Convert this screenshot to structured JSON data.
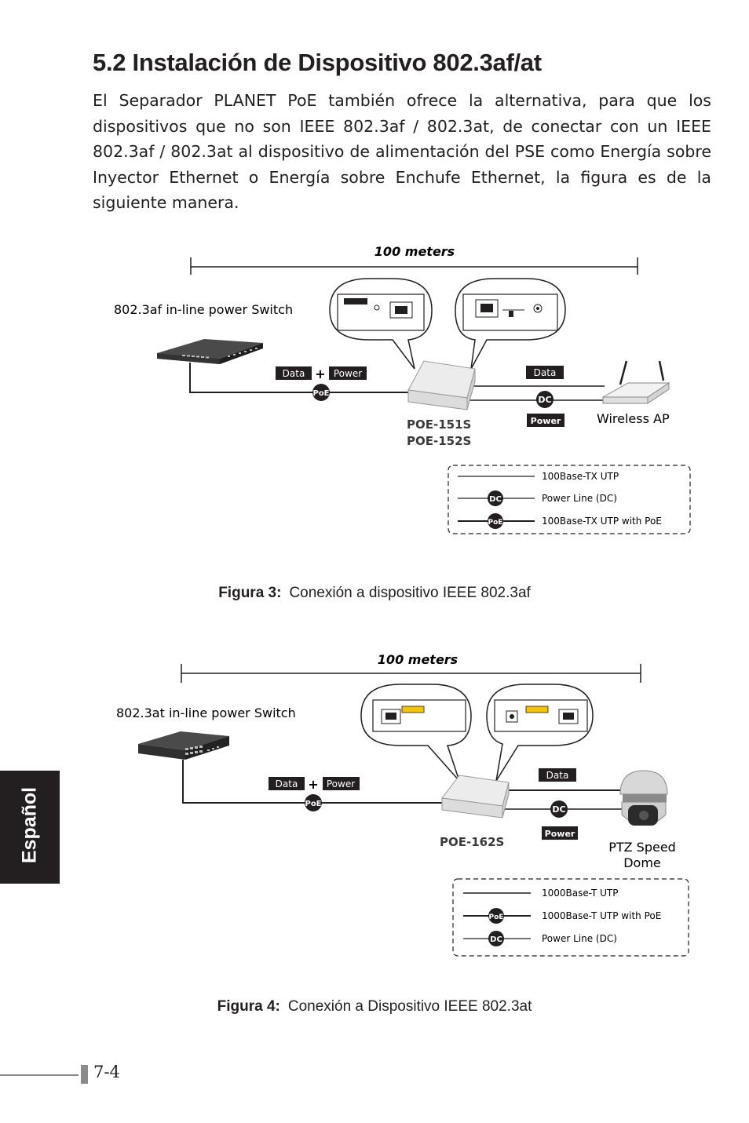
{
  "title": "5.2 Instalación de Dispositivo 802.3af/at",
  "intro": "El Separador PLANET PoE también ofrece la alternativa, para que los dispositivos que no son IEEE 802.3af / 802.3at, de conectar con un IEEE 802.3af / 802.3at al dispositivo de alimentación del PSE como Energía sobre Inyector Ethernet o Energía sobre Enchufe Ethernet, la figura es de la siguiente manera.",
  "figure3": {
    "distance": "100 meters",
    "switch_label": "802.3af in-line power Switch",
    "data_tag": "Data",
    "plus": "+",
    "power_tag": "Power",
    "poe_badge": "PoE",
    "dc_badge": "DC",
    "data_tag_right": "Data",
    "power_tag_right": "Power",
    "device_model_1": "POE-151S",
    "device_model_2": "POE-152S",
    "endpoint_label": "Wireless AP",
    "legend": [
      {
        "badge": "",
        "label": "100Base-TX UTP"
      },
      {
        "badge": "DC",
        "label": "Power Line (DC)"
      },
      {
        "badge": "PoE",
        "label": "100Base-TX UTP with PoE"
      }
    ],
    "caption_label": "Figura 3:",
    "caption_text": "Conexión a dispositivo IEEE 802.3af"
  },
  "figure4": {
    "distance": "100 meters",
    "switch_label": "802.3at in-line power Switch",
    "data_tag": "Data",
    "plus": "+",
    "power_tag": "Power",
    "poe_badge": "PoE",
    "dc_badge": "DC",
    "data_tag_right": "Data",
    "power_tag_right": "Power",
    "device_model": "POE-162S",
    "endpoint_label_1": "PTZ Speed",
    "endpoint_label_2": "Dome",
    "legend": [
      {
        "badge": "",
        "label": "1000Base-T UTP"
      },
      {
        "badge": "PoE",
        "label": "1000Base-T UTP with PoE"
      },
      {
        "badge": "DC",
        "label": "Power Line (DC)"
      }
    ],
    "caption_label": "Figura 4:",
    "caption_text": "Conexión a Dispositivo IEEE 802.3at"
  },
  "side_tab": "Español",
  "page_number": "7-4"
}
